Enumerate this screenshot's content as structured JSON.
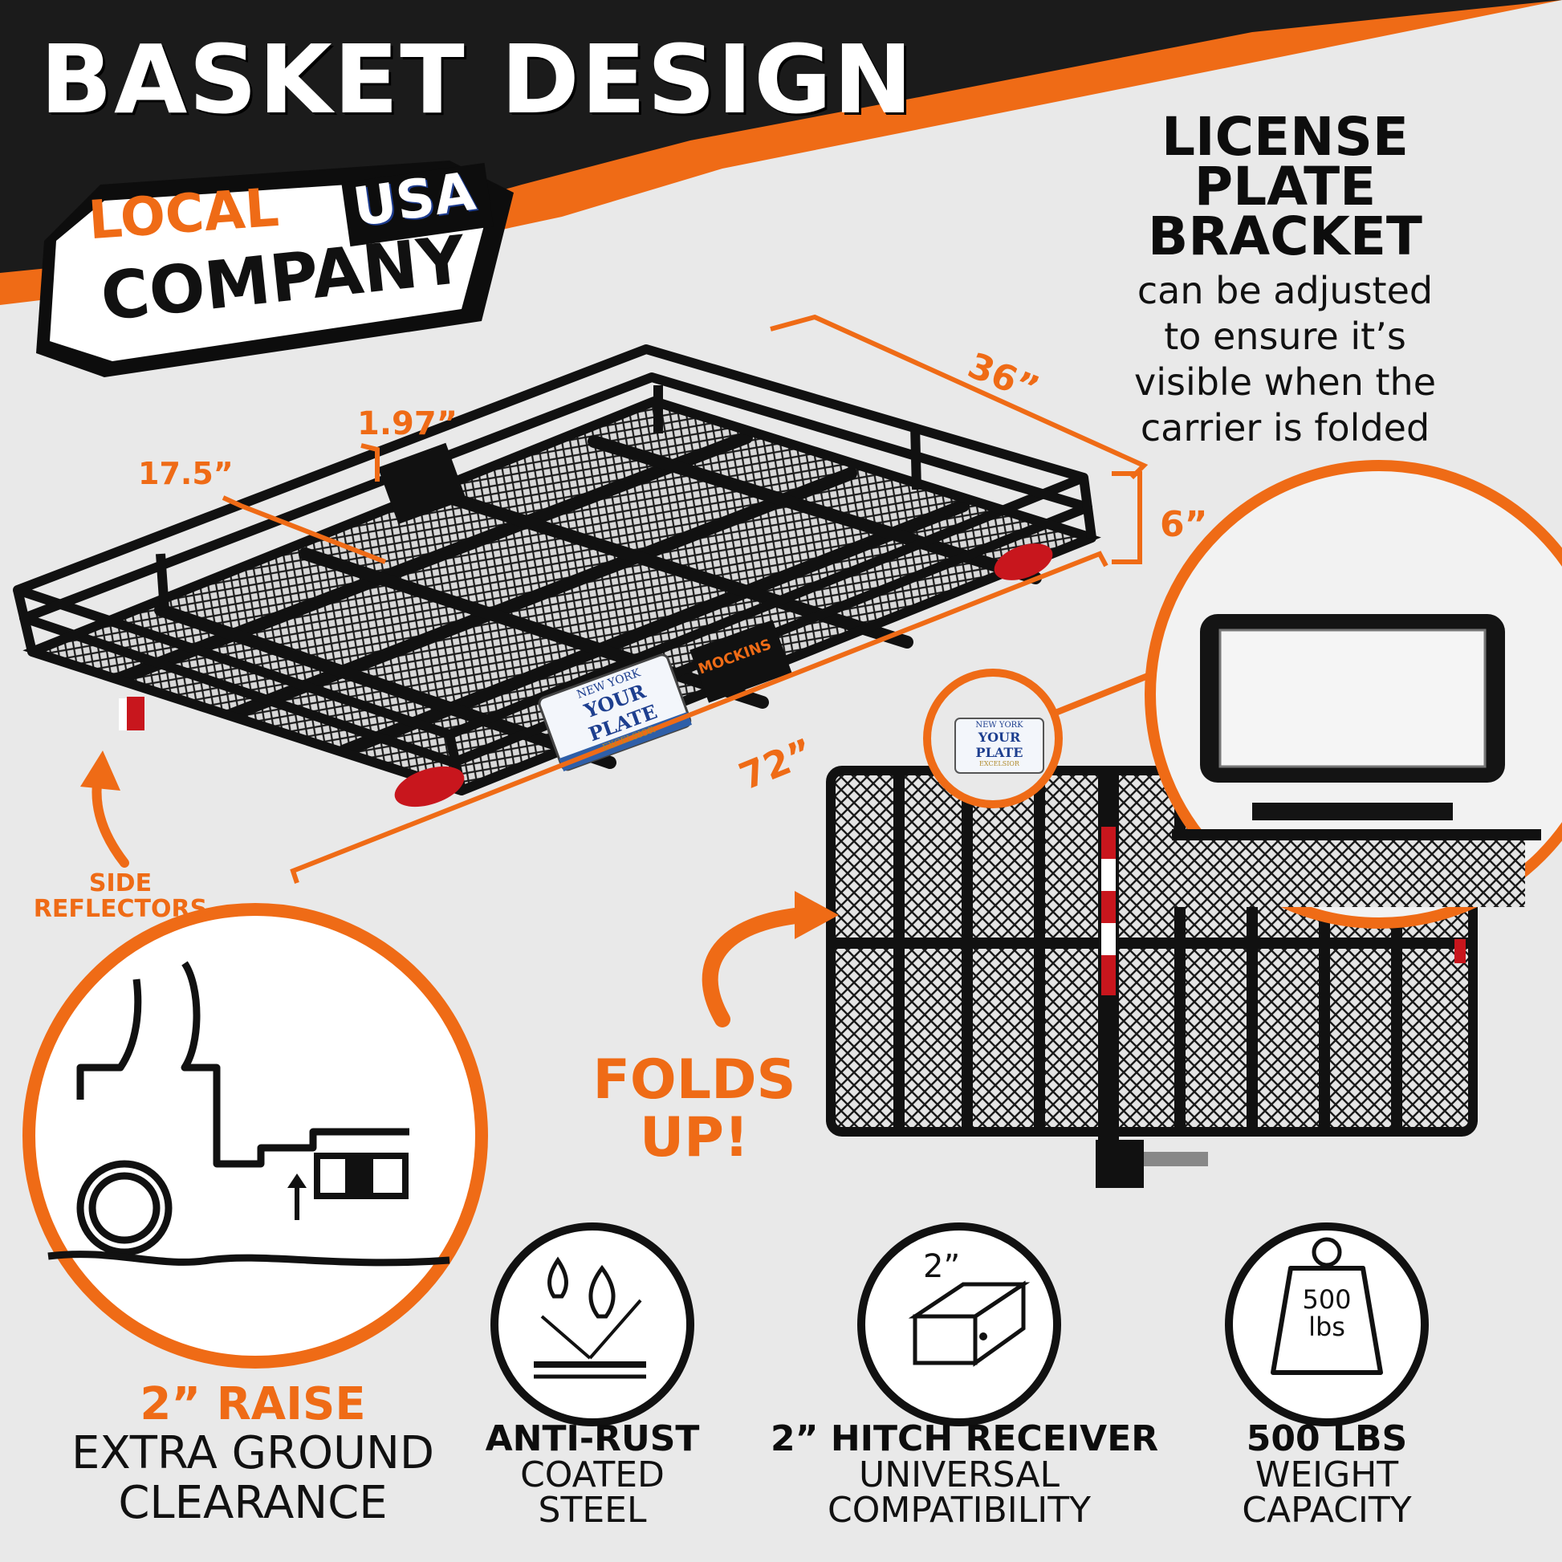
{
  "header": {
    "title": "BASKET DESIGN"
  },
  "badge": {
    "line1_left": "LOCAL",
    "line1_right": "USA",
    "line2": "COMPANY"
  },
  "license_bracket": {
    "heading_lines": [
      "LICENSE",
      "PLATE",
      "BRACKET"
    ],
    "body_lines": [
      "can be adjusted",
      "to ensure it’s",
      "visible when the",
      "carrier is folded"
    ]
  },
  "dimensions": {
    "length": "72”",
    "width": "36”",
    "height": "6”",
    "depth": "17.5”",
    "gap": "1.97”"
  },
  "callouts": {
    "side_reflectors": [
      "SIDE",
      "REFLECTORS"
    ],
    "folds_up": [
      "FOLDS",
      "UP!"
    ]
  },
  "plate": {
    "state": "NEW YORK",
    "text": "YOUR PLATE",
    "motto": "EXCELSIOR"
  },
  "brand": "MOCKINS",
  "raise": {
    "headline": "2” RAISE",
    "lines": [
      "EXTRA GROUND",
      "CLEARANCE"
    ]
  },
  "features": [
    {
      "icon": "water-drops-icon",
      "heading": "ANTI-RUST",
      "lines": [
        "COATED",
        "STEEL"
      ]
    },
    {
      "icon": "receiver-tube-icon",
      "icon_label": "2”",
      "heading": "2” HITCH RECEIVER",
      "lines": [
        "UNIVERSAL",
        "COMPATIBILITY"
      ]
    },
    {
      "icon": "weight-icon",
      "icon_label": "500 lbs",
      "heading": "500 LBS",
      "lines": [
        "WEIGHT",
        "CAPACITY"
      ]
    }
  ],
  "colors": {
    "accent": "#ef6b16",
    "dark": "#141414",
    "background": "#e9e9e9",
    "reflector": "#c8161d"
  }
}
